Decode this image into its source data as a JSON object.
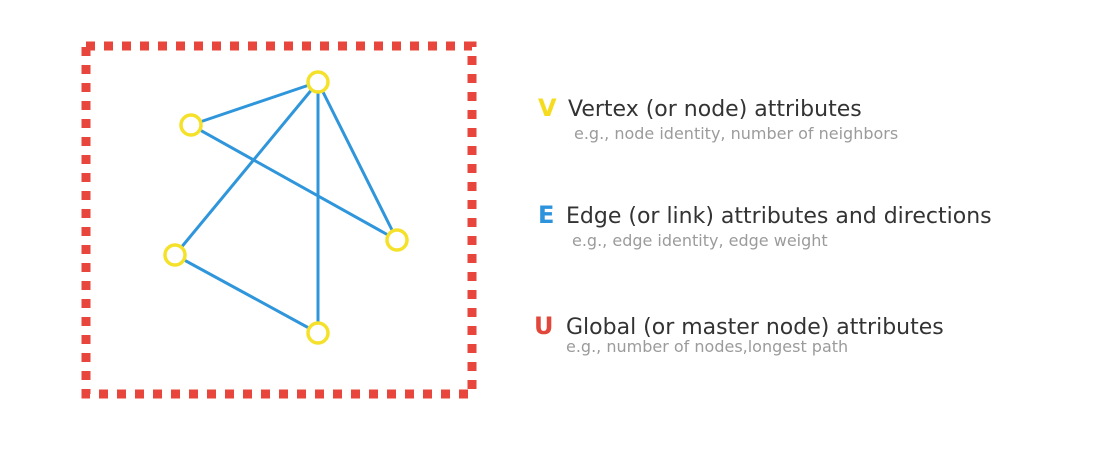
{
  "colors": {
    "global_border": "#e8463c",
    "edge": "#2f96db",
    "node": "#f5e12a",
    "vertex_letter": "#f5dc1e",
    "edge_letter": "#2d93dc",
    "global_letter": "#e2473c"
  },
  "graph": {
    "nodes": [
      {
        "id": "top"
      },
      {
        "id": "upper-left"
      },
      {
        "id": "right"
      },
      {
        "id": "left"
      },
      {
        "id": "bottom"
      }
    ],
    "edges": [
      [
        "upper-left",
        "top"
      ],
      [
        "upper-left",
        "right"
      ],
      [
        "top",
        "right"
      ],
      [
        "top",
        "left"
      ],
      [
        "top",
        "bottom"
      ],
      [
        "left",
        "bottom"
      ]
    ]
  },
  "legend": [
    {
      "key": "vertex",
      "letter": "V",
      "title": "Vertex (or node) attributes",
      "example": "e.g., node identity, number of neighbors"
    },
    {
      "key": "edge",
      "letter": "E",
      "title": "Edge (or link) attributes and directions",
      "example": "e.g., edge identity, edge weight"
    },
    {
      "key": "global",
      "letter": "U",
      "title": "Global (or master node) attributes",
      "example": "e.g., number of nodes,longest path"
    }
  ]
}
